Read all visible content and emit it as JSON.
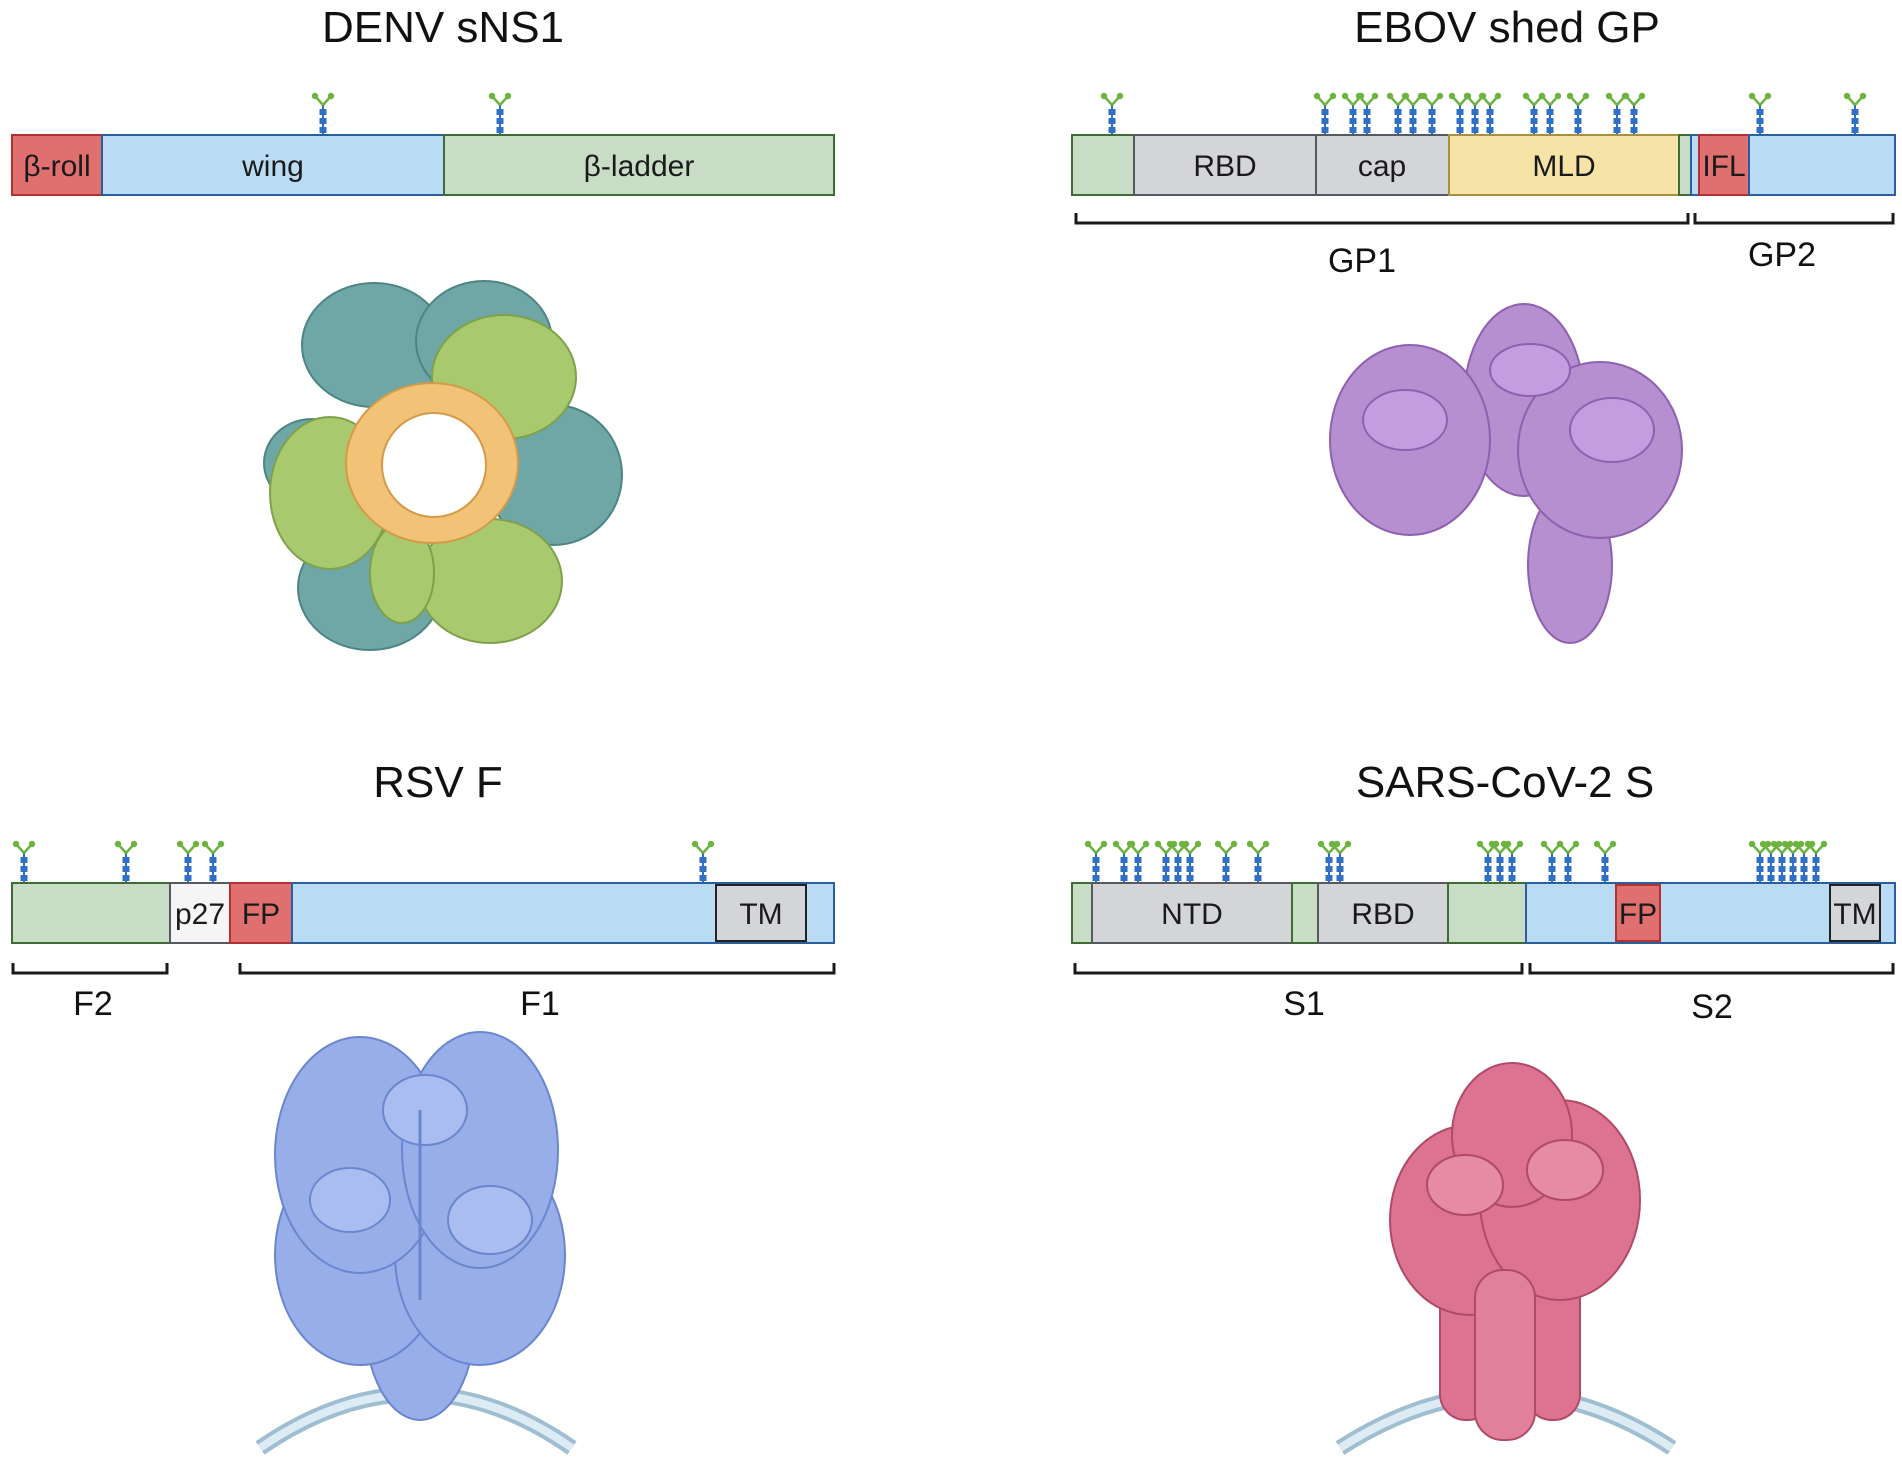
{
  "colors": {
    "red": "#e07070",
    "blue": "#b9dbf3",
    "green": "#c9ddc6",
    "gray": "#d3d5d8",
    "yellow": "#f6e4a6",
    "white": "#f5f5f5",
    "glycan_stem": "#2f6fc7",
    "glycan_branch": "#6db33f"
  },
  "panels": {
    "denv": {
      "title": "DENV sNS1",
      "segments": [
        "β-roll",
        "wing",
        "β-ladder"
      ]
    },
    "ebov": {
      "title": "EBOV shed GP",
      "segments": [
        "RBD",
        "cap",
        "MLD",
        "IFL"
      ],
      "subunits": [
        "GP1",
        "GP2"
      ]
    },
    "rsv": {
      "title": "RSV F",
      "segments": [
        "p27",
        "FP",
        "TM"
      ],
      "subunits": [
        "F2",
        "F1"
      ]
    },
    "sars": {
      "title": "SARS-CoV-2 S",
      "segments": [
        "NTD",
        "RBD",
        "FP",
        "TM"
      ],
      "subunits": [
        "S1",
        "S2"
      ]
    }
  }
}
